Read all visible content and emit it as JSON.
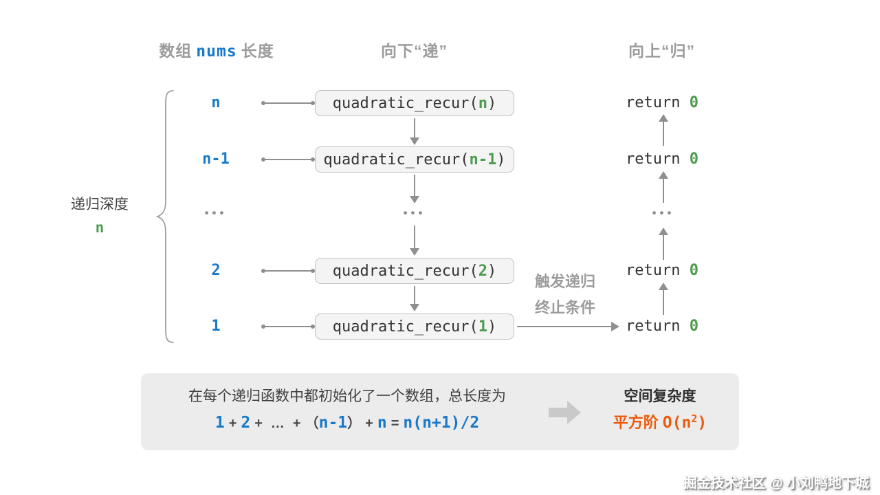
{
  "headers": {
    "array": {
      "prefix": "数组",
      "var": "nums",
      "suffix": "长度"
    },
    "down": "向下“递”",
    "up": "向上“归”"
  },
  "depth": {
    "line1": "递归深度",
    "value": "n"
  },
  "rows": [
    {
      "label": "n",
      "arg": "n"
    },
    {
      "label": "n-1",
      "arg": "n-1"
    },
    {
      "label": "2",
      "arg": "2"
    },
    {
      "label": "1",
      "arg": "1"
    }
  ],
  "call": {
    "pre": "quadratic_recur(",
    "post": ")"
  },
  "ret": {
    "pre": "return ",
    "val": "0"
  },
  "ellipsis": "•••",
  "note": {
    "line1": "触发递归",
    "line2": "终止条件"
  },
  "summary": {
    "line1": "在每个递归函数中都初始化了一个数组，总长度为",
    "formula": [
      {
        "t": "1"
      },
      {
        "t": "+"
      },
      {
        "t": "2"
      },
      {
        "t": "+"
      },
      {
        "t": "…"
      },
      {
        "t": "+"
      },
      {
        "t": "（"
      },
      {
        "t": "n-1"
      },
      {
        "t": "）"
      },
      {
        "t": "+"
      },
      {
        "t": "n"
      },
      {
        "t": "="
      },
      {
        "t": "n(n+1)/2"
      }
    ],
    "result_title": "空间复杂度",
    "result_label": "平方阶",
    "result_pre": "O(n",
    "result_sup": "2",
    "result_post": ")"
  },
  "watermark": "掘金技术社区 @ 小刘鸭地下城",
  "colors": {
    "blue": "#1879C8",
    "green": "#4C9B4F",
    "orange": "#EB5B0C",
    "gray_text": "#9C9C9C",
    "line_gray": "#8F8F8F",
    "box_bg": "#F4F4F4",
    "box_border": "#C2C2C2",
    "panel_bg": "#ECECEC",
    "big_arrow": "#C9C9C9"
  }
}
